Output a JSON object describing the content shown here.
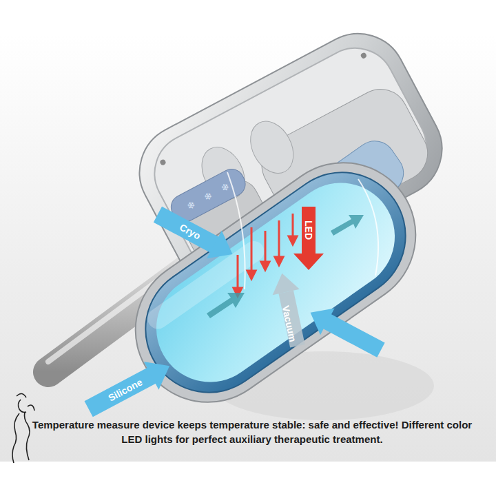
{
  "diagram": {
    "caption": "Temperature measure device keeps temperature stable: safe and effective! Different color LED lights for perfect auxiliary therapeutic treatment.",
    "labels": [
      "Cryo",
      "LED",
      "Vacuum",
      "Silicone"
    ]
  }
}
